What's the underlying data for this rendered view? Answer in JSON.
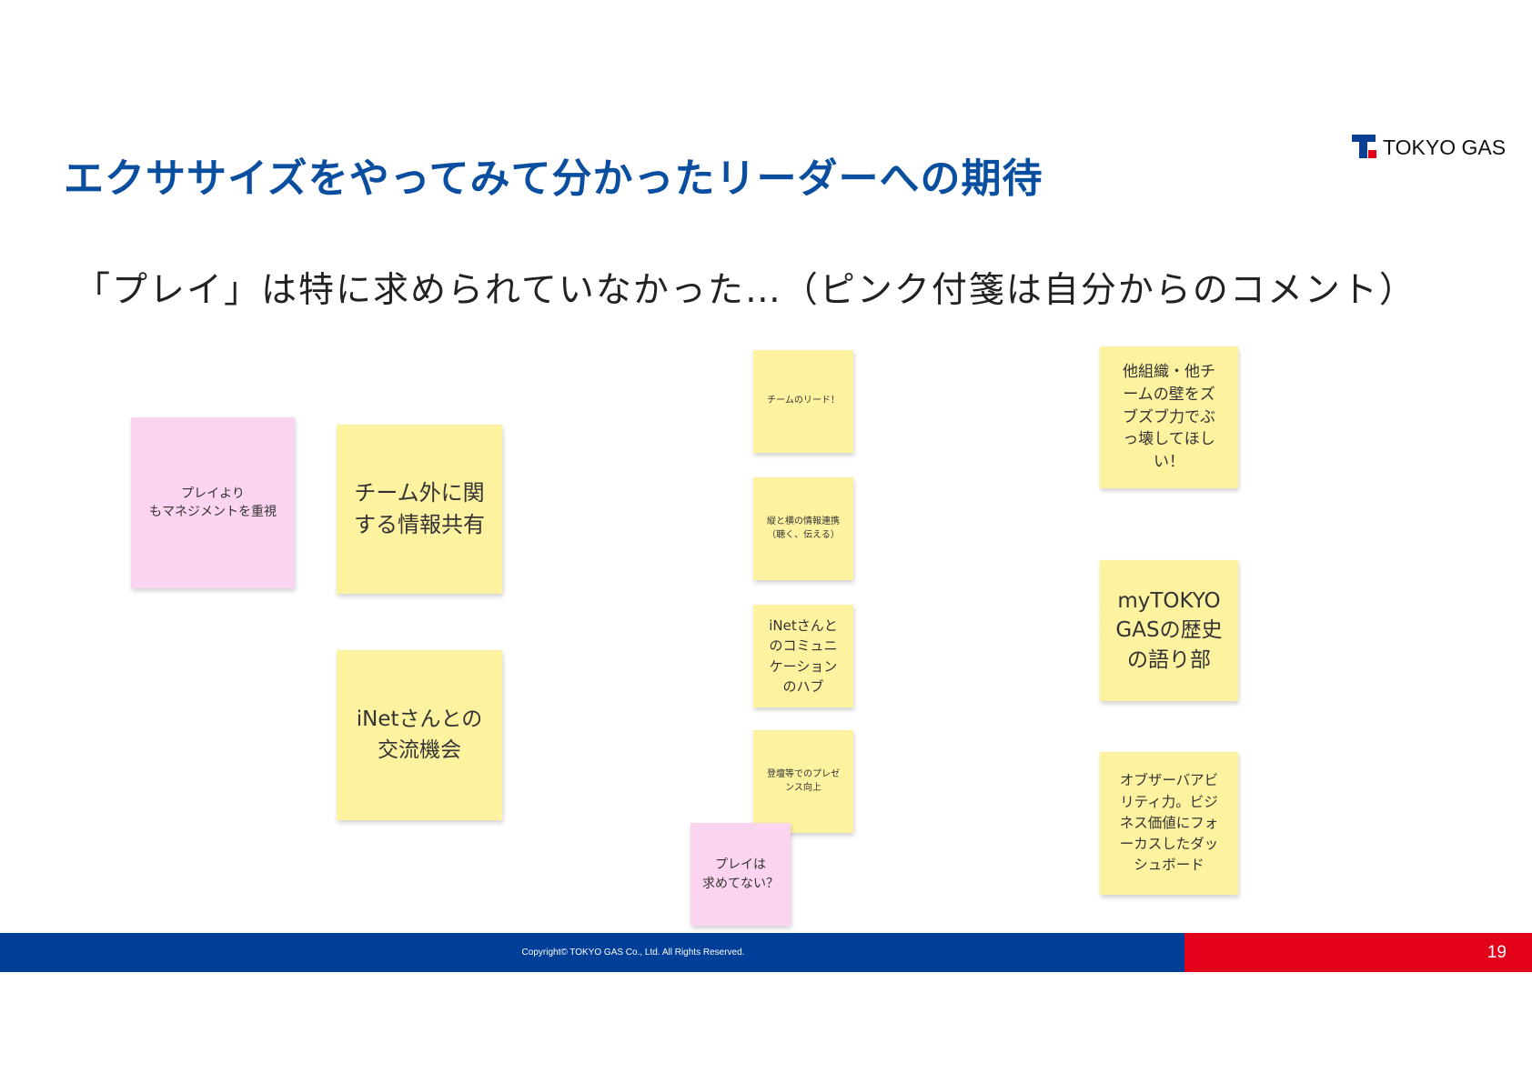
{
  "slide": {
    "title": "エクササイズをやってみて分かったリーダーへの期待",
    "subtitle": "「プレイ」は特に求められていなかった…（ピンク付箋は自分からのコメント）",
    "logo_text": "TOKYO GAS"
  },
  "notes": [
    {
      "id": "note-1",
      "color": "pink",
      "text": "プレイより\nもマネジメントを重視"
    },
    {
      "id": "note-2",
      "color": "yellow",
      "text": "チーム外に関\nする情報共有"
    },
    {
      "id": "note-3",
      "color": "yellow",
      "text": "iNetさんとの\n交流機会"
    },
    {
      "id": "note-4",
      "color": "yellow",
      "text": "チームのリード！"
    },
    {
      "id": "note-5",
      "color": "yellow",
      "text": "縦と横の情報連携\n（聴く、伝える）"
    },
    {
      "id": "note-6",
      "color": "yellow",
      "text": "iNetさんと\nのコミュニ\nケーション\nのハブ"
    },
    {
      "id": "note-7",
      "color": "yellow",
      "text": "登壇等でのプレゼ\nンス向上"
    },
    {
      "id": "note-8",
      "color": "pink",
      "text": "プレイは\n求めてない？"
    },
    {
      "id": "note-9",
      "color": "yellow",
      "text": "他組織・他チ\nームの壁をズ\nブズブ力でぶ\nっ壊してほし\nい！"
    },
    {
      "id": "note-10",
      "color": "yellow",
      "text": "myTOKYO\nGASの歴史\nの語り部"
    },
    {
      "id": "note-11",
      "color": "yellow",
      "text": "オブザーバアビ\nリティ力。ビジ\nネス価値にフォ\nーカスしたダッ\nシュボード"
    }
  ],
  "footer": {
    "copyright": "Copyright© TOKYO GAS Co., Ltd. All Rights Reserved.",
    "page_number": "19"
  },
  "colors": {
    "title_blue": "#0a4ea0",
    "footer_blue": "#003f98",
    "footer_red": "#e2001a",
    "note_yellow": "#fdf2a0",
    "note_pink": "#fbd4ef"
  }
}
